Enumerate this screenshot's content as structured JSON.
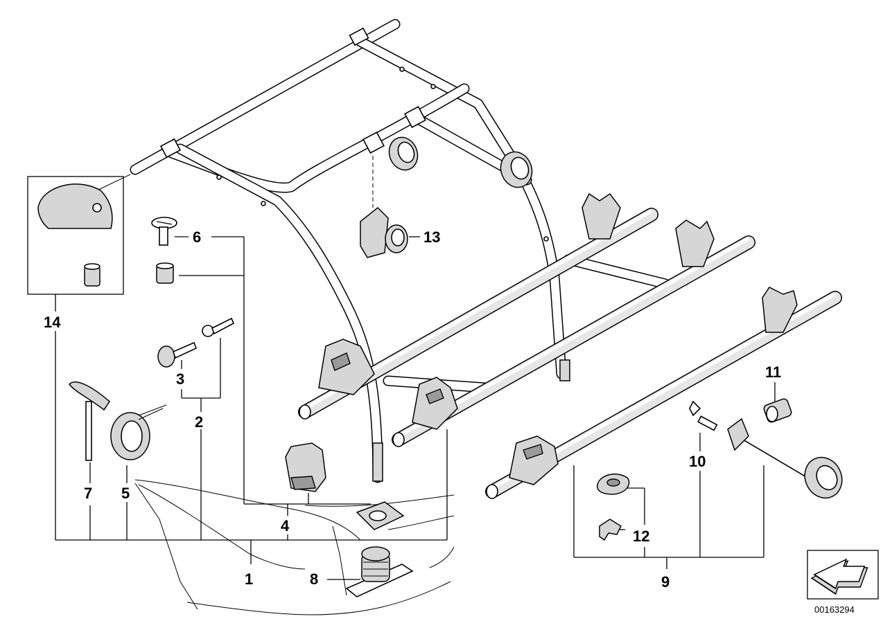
{
  "diagram": {
    "document_id": "00163294",
    "callouts": [
      {
        "id": "1",
        "label": "1"
      },
      {
        "id": "2",
        "label": "2"
      },
      {
        "id": "3",
        "label": "3"
      },
      {
        "id": "4",
        "label": "4"
      },
      {
        "id": "5",
        "label": "5"
      },
      {
        "id": "6",
        "label": "6"
      },
      {
        "id": "7",
        "label": "7"
      },
      {
        "id": "8",
        "label": "8"
      },
      {
        "id": "9",
        "label": "9"
      },
      {
        "id": "10",
        "label": "10"
      },
      {
        "id": "11",
        "label": "11"
      },
      {
        "id": "12",
        "label": "12"
      },
      {
        "id": "13",
        "label": "13"
      },
      {
        "id": "14",
        "label": "14"
      }
    ],
    "icons": {
      "orientation": "direction-arrow-icon"
    },
    "colors": {
      "line": "#000000",
      "fill_light": "#e6e6e6",
      "fill_mid": "#d6d6d6",
      "fill_dark": "#9a9a9a"
    }
  }
}
